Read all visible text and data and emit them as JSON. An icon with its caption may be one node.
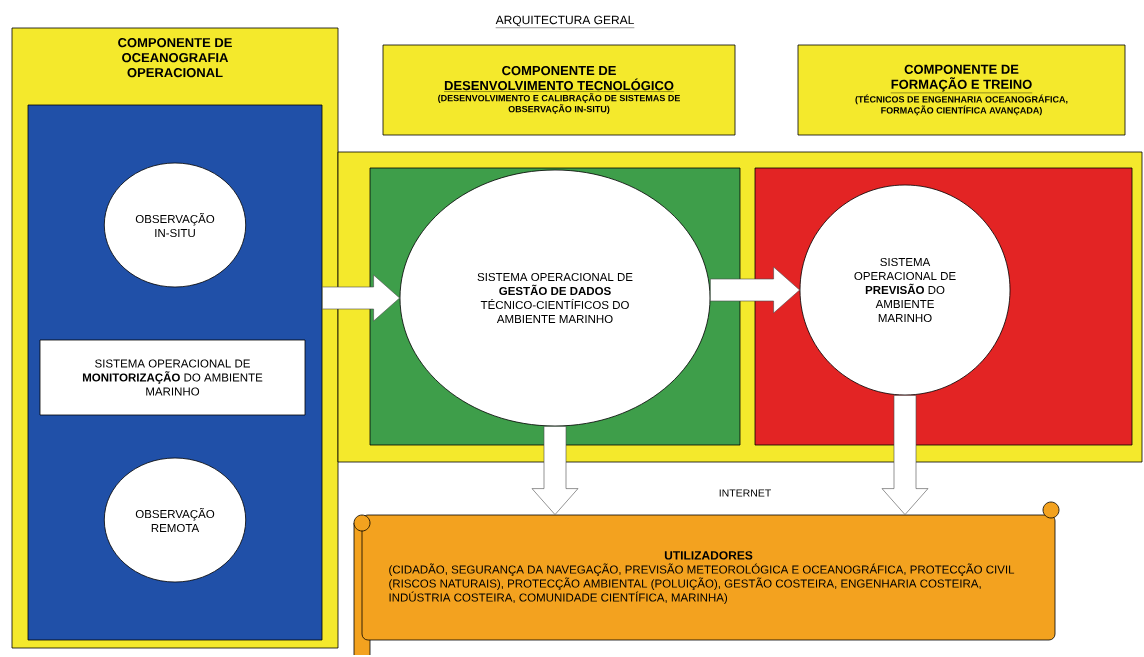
{
  "diagram": {
    "title": "ARQUITECTURA GERAL",
    "nodes": [
      {
        "text": [
          "COMPONENTE DE",
          "OCEANOGRAFIA OPERACIONAL"
        ]
      },
      {
        "text": [],
        "shape": "box",
        "in": 0
      },
      {
        "text": [
          "OBSERVAÇÃO IN-SITU"
        ],
        "in": 1
      },
      {
        "text": [
          "SISTEMA OPERACIONAL DE **MONITORIZAÇÃO** DO AMBIENTE MARINHO"
        ],
        "in": 1
      },
      {
        "text": [
          "OBSERVAÇÃO REMOTA"
        ],
        "in": 1
      },
      {
        "text": [
          "COMPONENTE DE",
          "DESENVOLVIMENTO TECNOLÓGICO",
          "(DESENVOLVIMENTO E CALIBRAÇÃO DE SISTEMAS DE OBSERVAÇÃO IN-SITU)"
        ]
      },
      {
        "text": [
          "COMPONENTE DE",
          "FORMAÇÃO E TREINO",
          "(TÉCNICOS DE ENGENHARIA OCEANOGRÁFICA, FORMAÇÃO CIENTÍFICA AVANÇADA)"
        ]
      },
      {
        "text": [],
        "shape": "box"
      },
      {
        "text": [],
        "shape": "box",
        "in": 7
      },
      {
        "text": [
          "SISTEMA OPERACIONAL DE **GESTÃO DE DADOS** TÉCNICO-CIENTÍFICOS DO AMBIENTE MARINHO"
        ],
        "in": 8
      },
      {
        "text": [],
        "shape": "box",
        "in": 7
      },
      {
        "text": [
          "SISTEMA OPERACIONAL DE **PREVISÃO** DO AMBIENTE MARINHO"
        ],
        "in": 10
      },
      {
        "text": [
          "UTILIZADORES",
          "(CIDADÃO, SEGURANÇA DA NAVEGAÇÃO, PREVISÃO METEOROLÓGICA E OCEANOGRÁFICA, PROTECÇÃO CIVIL (RISCOS NATURAIS), PROTECÇÃO AMBIENTAL (POLUIÇÃO), GESTÃO COSTEIRA, ENGENHARIA COSTEIRA, INDÚSTRIA COSTEIRA, COMUNIDADE CIENTÍFICA, MARINHA)"
        ]
      }
    ],
    "edges": [
      {
        "from": 1,
        "to": 9,
        "arrow": "to"
      },
      {
        "from": 9,
        "to": 11,
        "arrow": "to"
      },
      {
        "from": 9,
        "to": 12,
        "arrow": "to"
      },
      {
        "from": 11,
        "to": 12,
        "arrow": "to"
      }
    ],
    "labels": [
      "INTERNET"
    ]
  }
}
